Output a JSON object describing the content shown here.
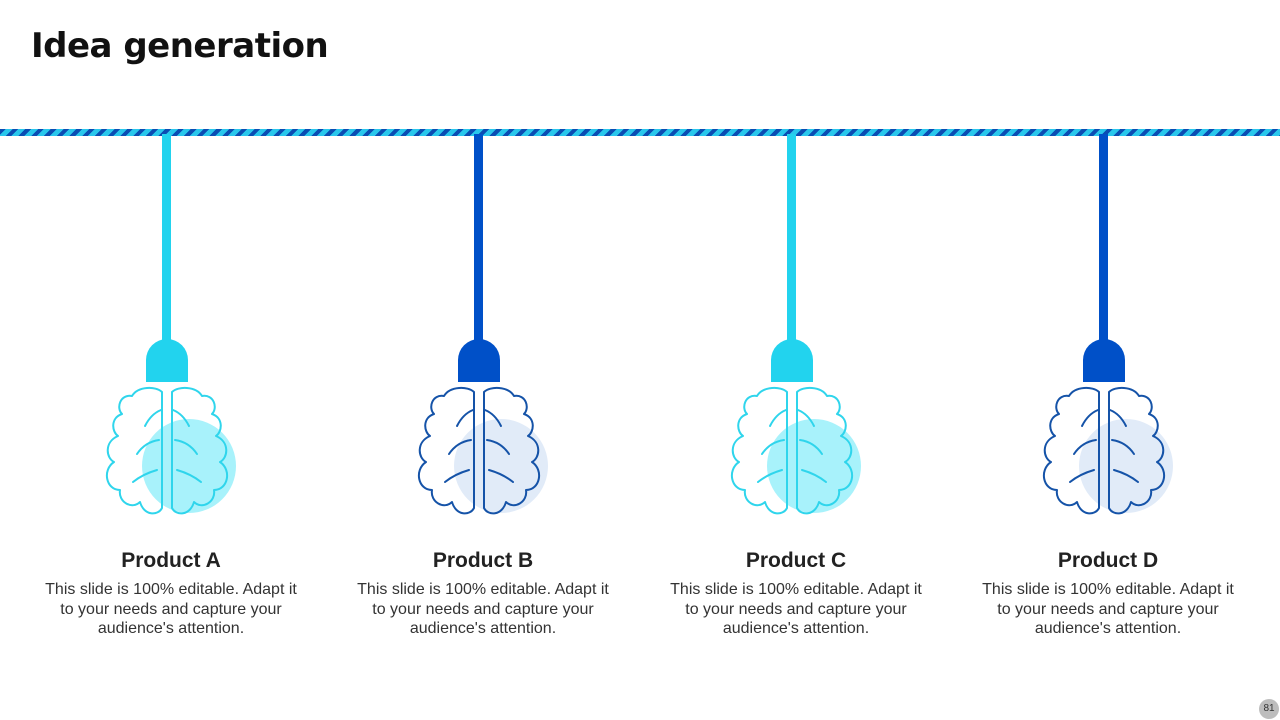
{
  "slide": {
    "title": "Idea generation",
    "page_number": "81"
  },
  "colors": {
    "light": "#22d3ee",
    "dark": "#0050c8",
    "rope_dark": "#0b4db3",
    "rope_light": "#29c7ec"
  },
  "products": [
    {
      "name": "Product A",
      "description": "This slide is 100% editable. Adapt it to your needs and capture your audience's attention.",
      "color": "light",
      "icon": "brain-icon"
    },
    {
      "name": "Product B",
      "description": "This slide is 100% editable. Adapt it to your needs and capture your audience's attention.",
      "color": "dark",
      "icon": "brain-icon"
    },
    {
      "name": "Product C",
      "description": "This slide is 100% editable. Adapt it to your needs and capture your audience's attention.",
      "color": "light",
      "icon": "brain-icon"
    },
    {
      "name": "Product D",
      "description": "This slide is 100% editable. Adapt it to your needs and capture your audience's attention.",
      "color": "dark",
      "icon": "brain-icon"
    }
  ]
}
